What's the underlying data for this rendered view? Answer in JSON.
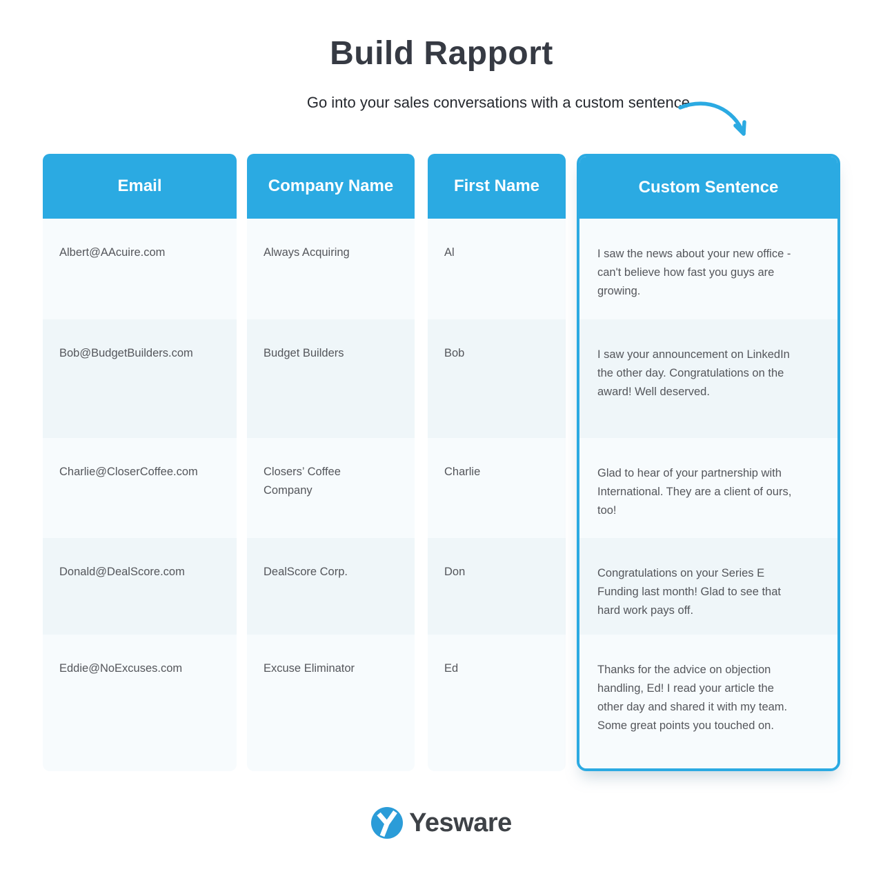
{
  "header": {
    "title": "Build Rapport",
    "subtitle": "Go into your sales conversations with a custom sentence"
  },
  "table": {
    "columns": [
      {
        "label": "Email"
      },
      {
        "label": "Company Name"
      },
      {
        "label": "First Name"
      },
      {
        "label": "Custom Sentence",
        "highlighted": true
      }
    ],
    "rows": [
      {
        "email": "Albert@AAcuire.com",
        "company": "Always Acquiring",
        "first_name": "Al",
        "custom_sentence": "I saw the news about your new office - can't believe how fast you guys are growing."
      },
      {
        "email": "Bob@BudgetBuilders.com",
        "company": "Budget Builders",
        "first_name": "Bob",
        "custom_sentence": "I saw your announcement on LinkedIn the other day. Congratulations on the award! Well deserved."
      },
      {
        "email": "Charlie@CloserCoffee.com",
        "company": "Closers’ Coffee Company",
        "first_name": "Charlie",
        "custom_sentence": "Glad to hear of your partnership with International. They are a client of ours, too!"
      },
      {
        "email": "Donald@DealScore.com",
        "company": "DealScore Corp.",
        "first_name": "Don",
        "custom_sentence": "Congratulations on your Series E Funding last month! Glad to see that hard work pays off."
      },
      {
        "email": "Eddie@NoExcuses.com",
        "company": "Excuse Eliminator",
        "first_name": "Ed",
        "custom_sentence": "Thanks for the advice on objection handling, Ed! I read your article the other day and shared it with my team. Some great points you touched on."
      }
    ]
  },
  "footer": {
    "brand": "Yesware"
  },
  "colors": {
    "accent_blue": "#2BAAE2",
    "logo_blue": "#2B9CD8",
    "title_text": "#363A43",
    "body_text": "#54565B",
    "header_text": "#FFFFFF",
    "row_light": "#F7FBFD",
    "row_shaded": "#EFF6F9"
  }
}
